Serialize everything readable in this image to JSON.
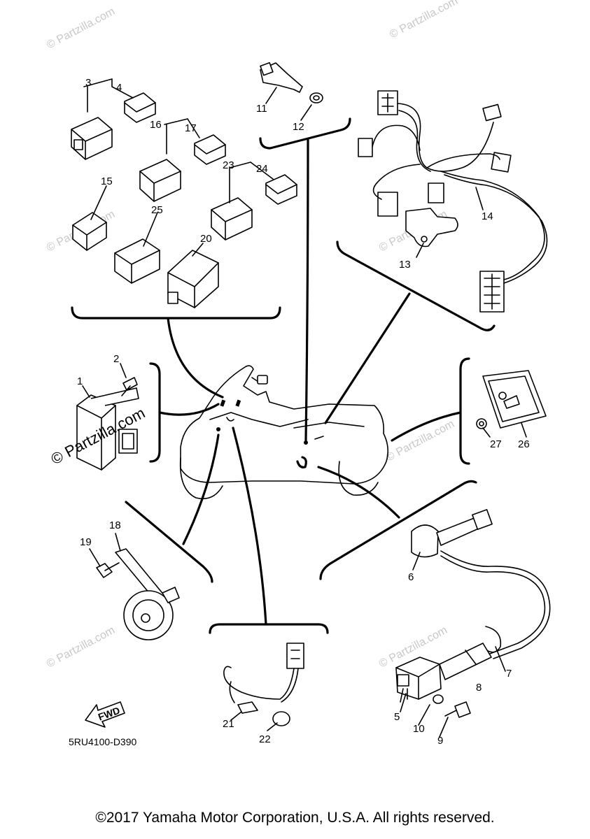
{
  "diagram": {
    "callouts": [
      "1",
      "2",
      "3",
      "4",
      "5",
      "6",
      "7",
      "8",
      "9",
      "10",
      "11",
      "12",
      "13",
      "14",
      "15",
      "16",
      "17",
      "18",
      "19",
      "20",
      "21",
      "22",
      "23",
      "24",
      "25",
      "26",
      "27"
    ],
    "reference_code": "5RU4100-D390",
    "fwd_label": "FWD",
    "watermark_main": "© Partzilla.com",
    "watermark_faint": "© Partzilla.com",
    "copyright": "©2017 Yamaha Motor Corporation, U.S.A. All rights reserved."
  }
}
